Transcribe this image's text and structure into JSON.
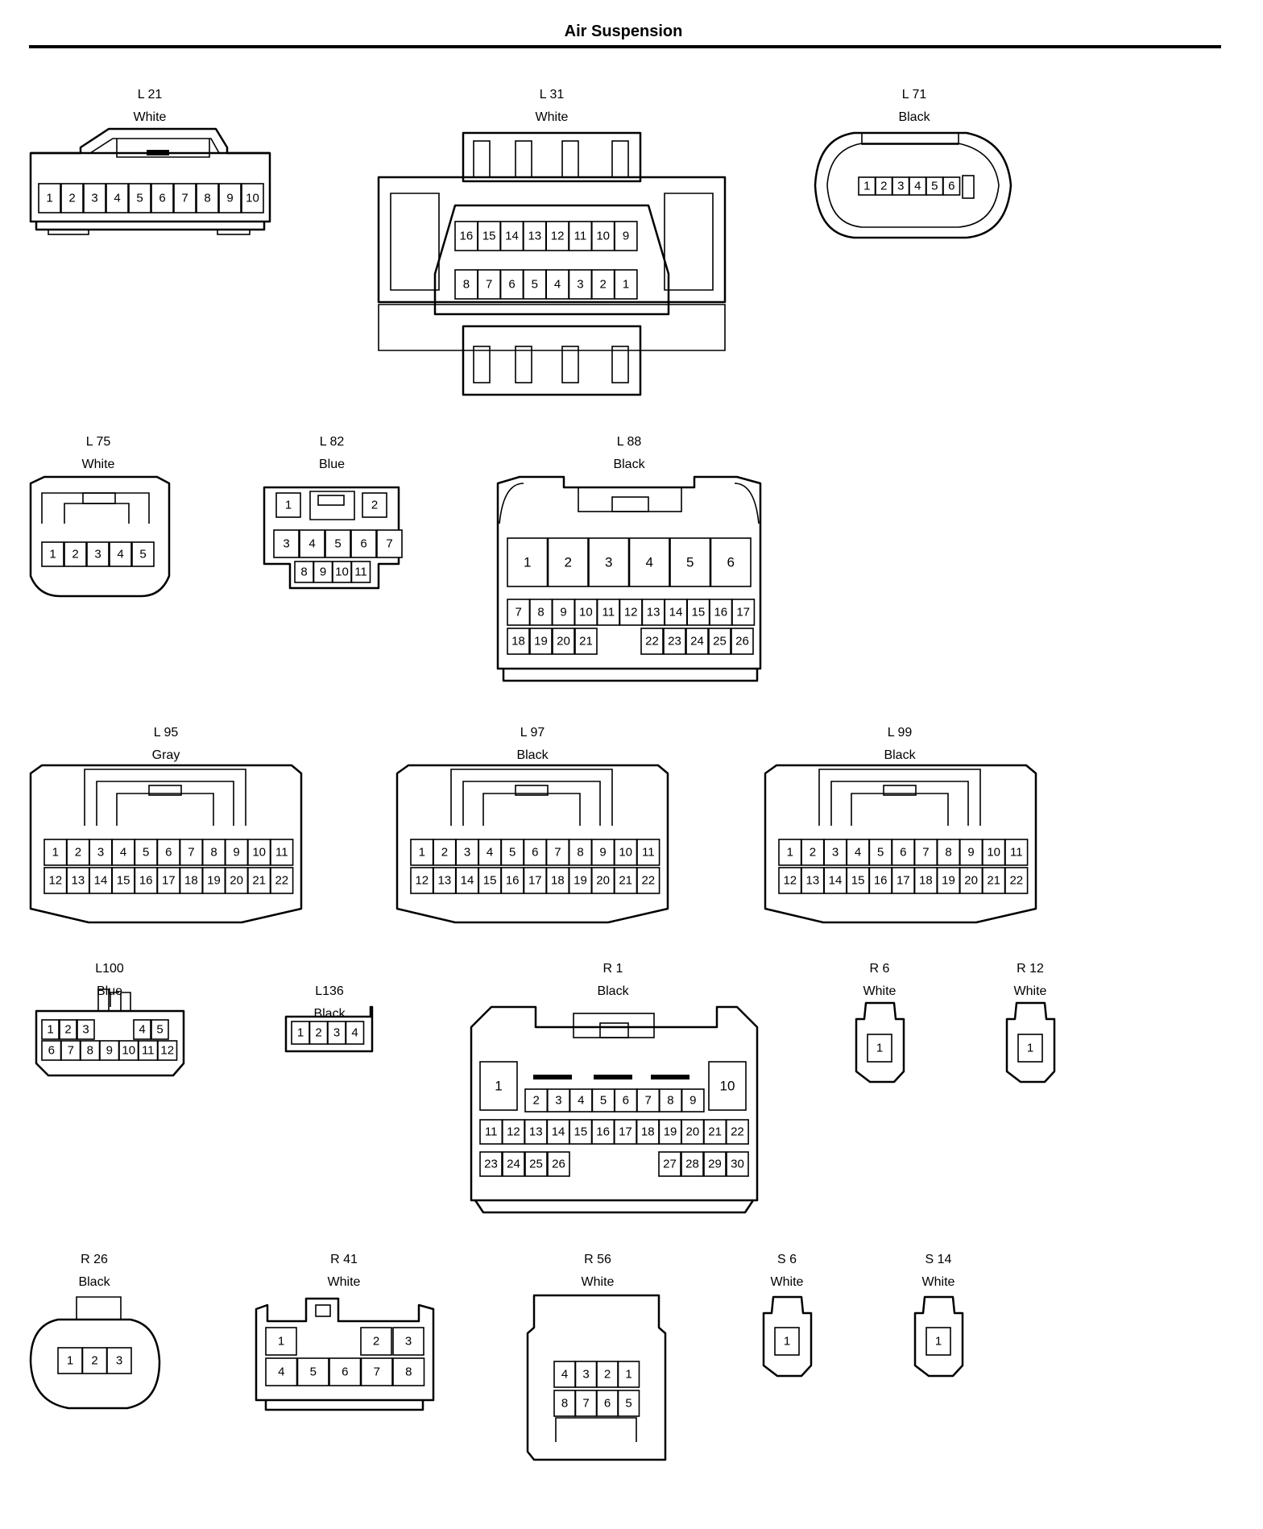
{
  "page": {
    "title": "Air Suspension"
  },
  "connectors": [
    {
      "id": "L21",
      "code": "L 21",
      "color": "White",
      "rows": [
        [
          "1",
          "2",
          "3",
          "4",
          "5",
          "6",
          "7",
          "8",
          "9",
          "10"
        ]
      ]
    },
    {
      "id": "L31",
      "code": "L 31",
      "color": "White",
      "rows": [
        [
          "16",
          "15",
          "14",
          "13",
          "12",
          "11",
          "10",
          "9"
        ],
        [
          "8",
          "7",
          "6",
          "5",
          "4",
          "3",
          "2",
          "1"
        ]
      ]
    },
    {
      "id": "L71",
      "code": "L 71",
      "color": "Black",
      "rows": [
        [
          "1",
          "2",
          "3",
          "4",
          "5",
          "6"
        ]
      ]
    },
    {
      "id": "L75",
      "code": "L 75",
      "color": "White",
      "rows": [
        [
          "1",
          "2",
          "3",
          "4",
          "5"
        ]
      ]
    },
    {
      "id": "L82",
      "code": "L 82",
      "color": "Blue",
      "rows": [
        [
          "1",
          "2"
        ],
        [
          "3",
          "4",
          "5",
          "6",
          "7"
        ],
        [
          "8",
          "9",
          "10",
          "11"
        ]
      ]
    },
    {
      "id": "L88",
      "code": "L 88",
      "color": "Black",
      "rows": [
        [
          "1",
          "2",
          "3",
          "4",
          "5",
          "6"
        ],
        [
          "7",
          "8",
          "9",
          "10",
          "11",
          "12",
          "13",
          "14",
          "15",
          "16",
          "17"
        ],
        [
          "18",
          "19",
          "20",
          "21",
          "22",
          "23",
          "24",
          "25",
          "26"
        ]
      ]
    },
    {
      "id": "L95",
      "code": "L 95",
      "color": "Gray",
      "rows": [
        [
          "1",
          "2",
          "3",
          "4",
          "5",
          "6",
          "7",
          "8",
          "9",
          "10",
          "11"
        ],
        [
          "12",
          "13",
          "14",
          "15",
          "16",
          "17",
          "18",
          "19",
          "20",
          "21",
          "22"
        ]
      ]
    },
    {
      "id": "L97",
      "code": "L 97",
      "color": "Black",
      "rows": [
        [
          "1",
          "2",
          "3",
          "4",
          "5",
          "6",
          "7",
          "8",
          "9",
          "10",
          "11"
        ],
        [
          "12",
          "13",
          "14",
          "15",
          "16",
          "17",
          "18",
          "19",
          "20",
          "21",
          "22"
        ]
      ]
    },
    {
      "id": "L99",
      "code": "L 99",
      "color": "Black",
      "rows": [
        [
          "1",
          "2",
          "3",
          "4",
          "5",
          "6",
          "7",
          "8",
          "9",
          "10",
          "11"
        ],
        [
          "12",
          "13",
          "14",
          "15",
          "16",
          "17",
          "18",
          "19",
          "20",
          "21",
          "22"
        ]
      ]
    },
    {
      "id": "L100",
      "code": "L100",
      "color": "Blue",
      "rows": [
        [
          "1",
          "2",
          "3",
          "4",
          "5"
        ],
        [
          "6",
          "7",
          "8",
          "9",
          "10",
          "11",
          "12"
        ]
      ]
    },
    {
      "id": "L136",
      "code": "L136",
      "color": "Black",
      "rows": [
        [
          "1",
          "2",
          "3",
          "4"
        ]
      ]
    },
    {
      "id": "R1",
      "code": "R 1",
      "color": "Black",
      "rows": [
        [
          "1",
          "10"
        ],
        [
          "2",
          "3",
          "4",
          "5",
          "6",
          "7",
          "8",
          "9"
        ],
        [
          "11",
          "12",
          "13",
          "14",
          "15",
          "16",
          "17",
          "18",
          "19",
          "20",
          "21",
          "22"
        ],
        [
          "23",
          "24",
          "25",
          "26",
          "27",
          "28",
          "29",
          "30"
        ]
      ]
    },
    {
      "id": "R6",
      "code": "R 6",
      "color": "White",
      "rows": [
        [
          "1"
        ]
      ]
    },
    {
      "id": "R12",
      "code": "R 12",
      "color": "White",
      "rows": [
        [
          "1"
        ]
      ]
    },
    {
      "id": "R26",
      "code": "R 26",
      "color": "Black",
      "rows": [
        [
          "1",
          "2",
          "3"
        ]
      ]
    },
    {
      "id": "R41",
      "code": "R 41",
      "color": "White",
      "rows": [
        [
          "1",
          "2",
          "3"
        ],
        [
          "4",
          "5",
          "6",
          "7",
          "8"
        ]
      ]
    },
    {
      "id": "R56",
      "code": "R 56",
      "color": "White",
      "rows": [
        [
          "4",
          "3",
          "2",
          "1"
        ],
        [
          "8",
          "7",
          "6",
          "5"
        ]
      ]
    },
    {
      "id": "S6",
      "code": "S 6",
      "color": "White",
      "rows": [
        [
          "1"
        ]
      ]
    },
    {
      "id": "S14",
      "code": "S 14",
      "color": "White",
      "rows": [
        [
          "1"
        ]
      ]
    }
  ]
}
